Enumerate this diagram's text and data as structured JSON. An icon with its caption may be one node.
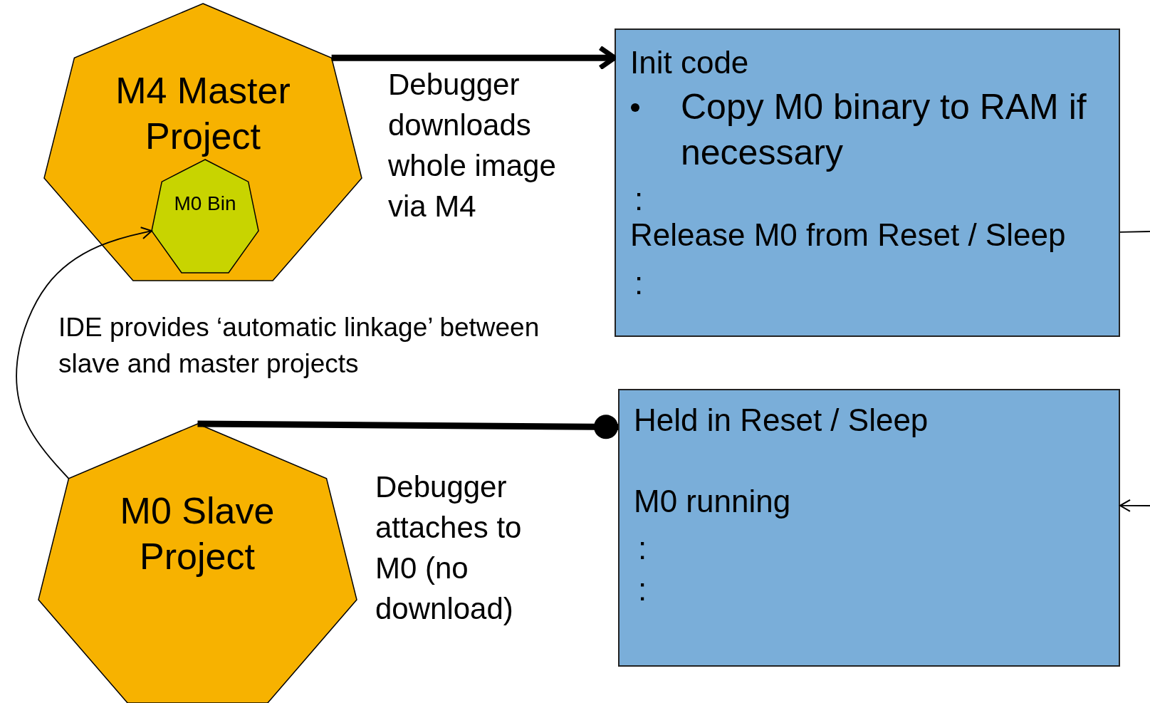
{
  "diagram": {
    "nodes": [
      {
        "text": [
          "M4 Master Project"
        ]
      },
      {
        "text": [
          "M0 Bin"
        ],
        "in": 0
      },
      {
        "text": [
          "Init code",
          "Copy M0 binary to RAM if necessary",
          ":",
          "Release M0 from Reset / Sleep",
          ":"
        ]
      },
      {
        "text": [
          "M0 Slave Project"
        ]
      },
      {
        "text": [
          "Held in Reset / Sleep",
          "M0 running",
          ":",
          ":"
        ]
      }
    ],
    "edges": [
      {
        "from": 0,
        "to": 2,
        "arrow": "to",
        "style": "thick",
        "label": "Debugger downloads whole image via M4"
      },
      {
        "from": 3,
        "to": 4,
        "arrow": "other",
        "style": "thick",
        "label": "Debugger attaches to M0 (no download)"
      },
      {
        "from": 3,
        "to": 1,
        "arrow": "to"
      },
      {
        "from": 2,
        "to": null,
        "arrow": "none"
      },
      {
        "from": null,
        "to": 4,
        "arrow": "to"
      }
    ],
    "labels": [
      "IDE provides ‘automatic linkage’ between slave and master projects"
    ]
  }
}
